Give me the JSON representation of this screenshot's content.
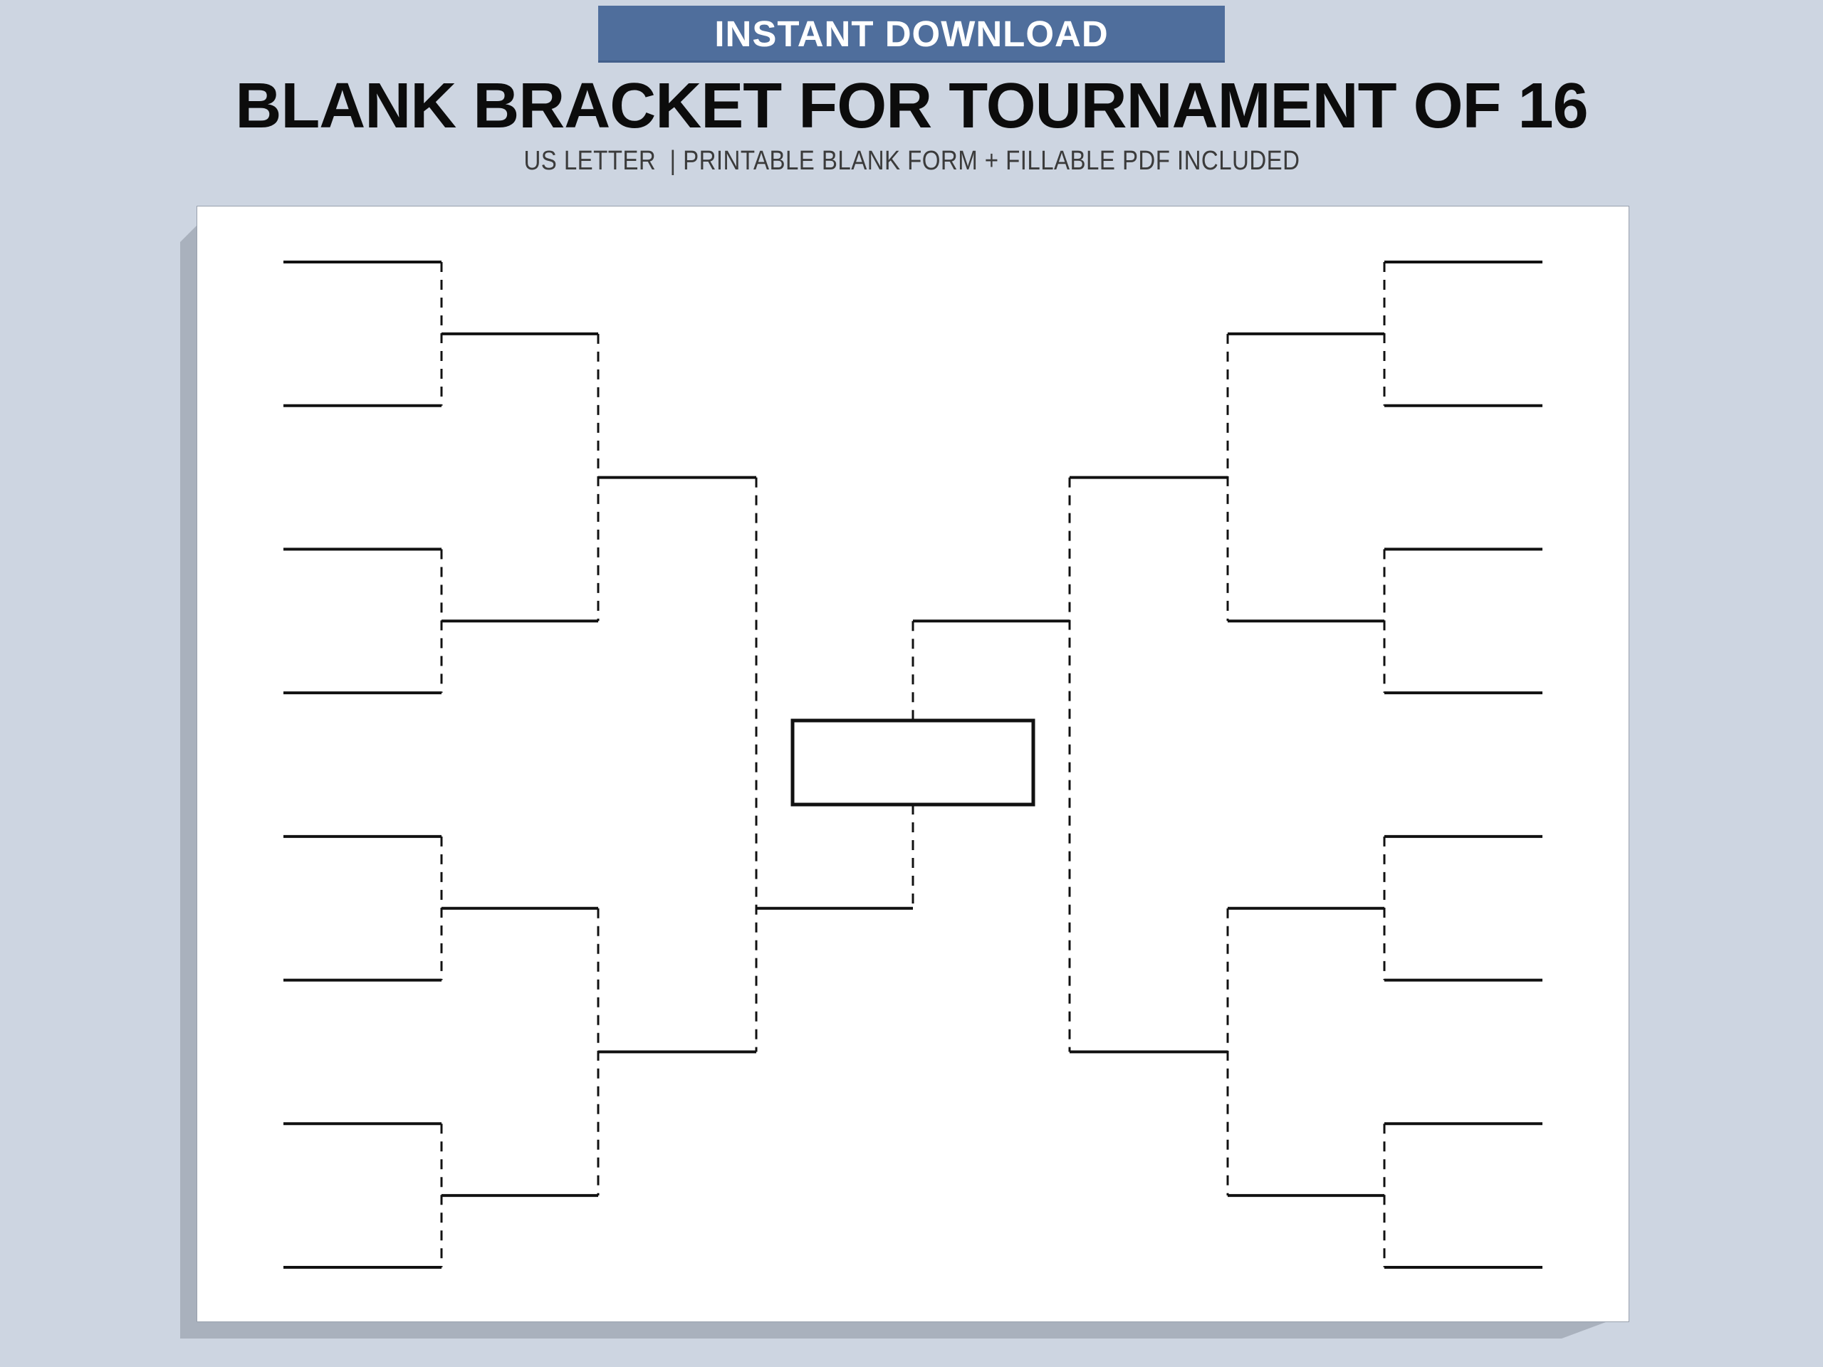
{
  "header": {
    "banner_label": "INSTANT DOWNLOAD",
    "title": "BLANK BRACKET FOR TOURNAMENT OF 16",
    "subtitle": "US LETTER  | PRINTABLE BLANK FORM + FILLABLE PDF INCLUDED"
  },
  "colors": {
    "background": "#cdd5e1",
    "banner_background": "#4f6e9c",
    "banner_text": "#ffffff",
    "title_text": "#0c0c0c",
    "subtitle_text": "#3b3b3b",
    "page_background": "#ffffff",
    "page_shadow": "#a9b1bd",
    "bracket_line": "#111111"
  },
  "bracket": {
    "team_count": 16,
    "sides": 2,
    "first_round_slots_per_side": 8,
    "first_round_matches_per_side": 4,
    "rounds_per_side": 3,
    "champion_box_label": "",
    "all_slots_blank": true,
    "line_styles": {
      "slot_lines": "solid",
      "connectors": "dashed"
    }
  }
}
